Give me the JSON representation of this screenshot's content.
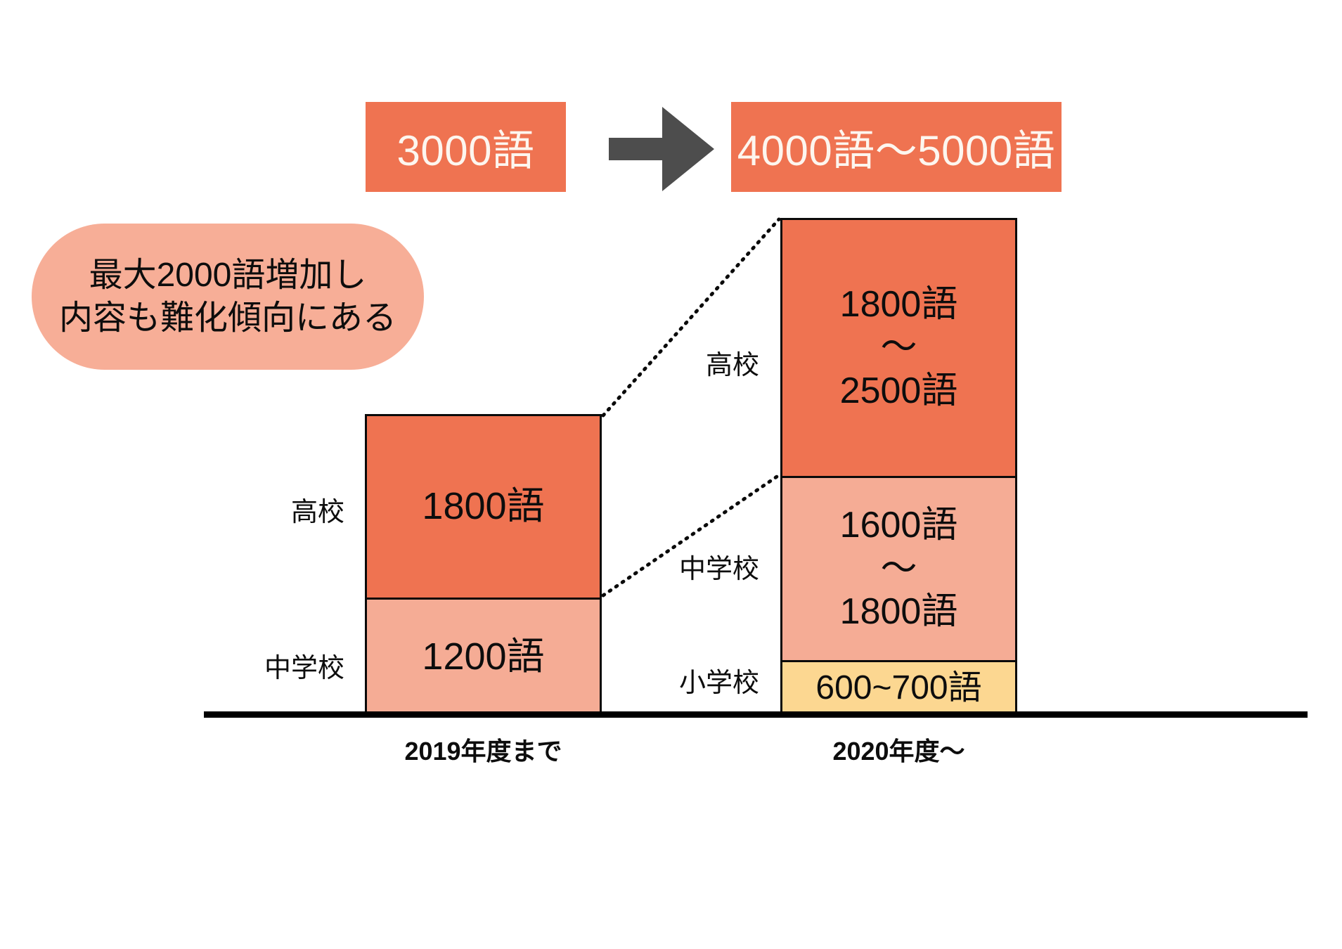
{
  "header": {
    "before_label": "3000語",
    "arrow_icon": "right-arrow-icon",
    "after_label": "4000語〜5000語"
  },
  "callout": {
    "line1": "最大2000語増加し",
    "line2": "内容も難化傾向にある"
  },
  "colors": {
    "high_school": "#EF7351",
    "junior_high": "#F5AC95",
    "elementary": "#FCD791",
    "callout_bg": "#F7AE97",
    "banner_bg": "#EF7351",
    "arrow": "#4D4D4D",
    "outline": "#0A0A0A",
    "text": "#0D0D0D",
    "banner_text": "#FDF6EF"
  },
  "chart_data": {
    "type": "bar",
    "title": "",
    "xlabel": "",
    "ylabel": "",
    "stacked": true,
    "grid": false,
    "legend": "none",
    "categories": [
      "2019年度まで",
      "2020年度〜"
    ],
    "segment_names": [
      "小学校",
      "中学校",
      "高校"
    ],
    "series": [
      {
        "name": "小学校",
        "values": [
          0,
          650
        ],
        "value_labels": [
          "",
          "600~700語"
        ],
        "range": [
          null,
          [
            600,
            700
          ]
        ],
        "color": "#FCD791"
      },
      {
        "name": "中学校",
        "values": [
          1200,
          1700
        ],
        "value_labels": [
          "1200語",
          "1600語\n~\n1800語"
        ],
        "range": [
          [
            1200,
            1200
          ],
          [
            1600,
            1800
          ]
        ],
        "color": "#F5AC95"
      },
      {
        "name": "高校",
        "values": [
          1800,
          2150
        ],
        "value_labels": [
          "1800語",
          "1800語\n~\n2500語"
        ],
        "range": [
          [
            1800,
            1800
          ],
          [
            1800,
            2500
          ]
        ],
        "color": "#EF7351"
      }
    ],
    "totals": [
      "3000語",
      "4000語〜5000語"
    ],
    "annotation": "最大2000語増加し 内容も難化傾向にある"
  },
  "bar_2019": {
    "caption": "2019年度まで",
    "segments": [
      {
        "label": "高校",
        "value_line1": "1800語",
        "value_tilde": "",
        "value_line2": ""
      },
      {
        "label": "中学校",
        "value_line1": "1200語",
        "value_tilde": "",
        "value_line2": ""
      }
    ]
  },
  "bar_2020": {
    "caption": "2020年度〜",
    "segments": [
      {
        "label": "高校",
        "value_line1": "1800語",
        "value_tilde": "〜",
        "value_line2": "2500語"
      },
      {
        "label": "中学校",
        "value_line1": "1600語",
        "value_tilde": "〜",
        "value_line2": "1800語"
      },
      {
        "label": "小学校",
        "value_line1": "600~700語",
        "value_tilde": "",
        "value_line2": ""
      }
    ]
  }
}
